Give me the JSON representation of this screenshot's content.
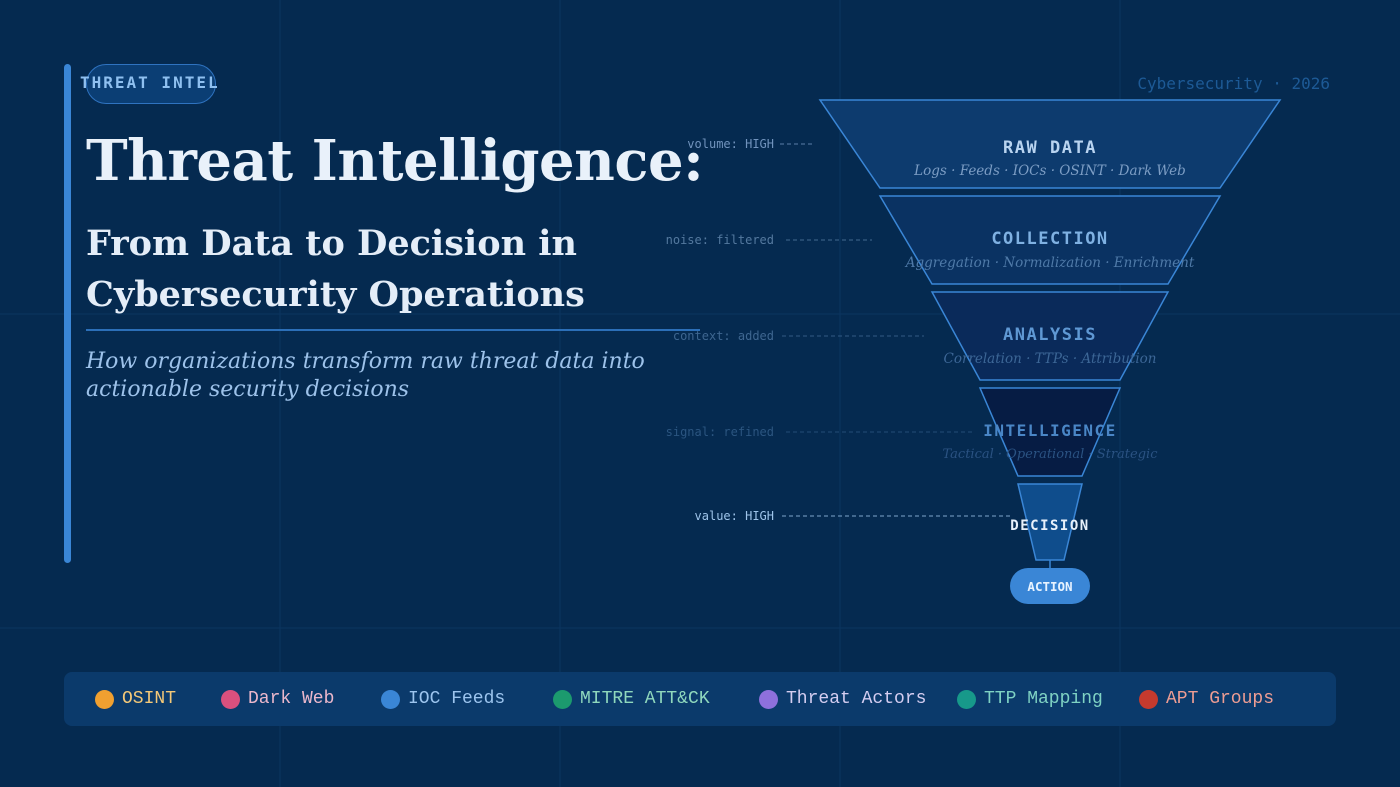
{
  "badge": {
    "label": "THREAT INTEL"
  },
  "header": {
    "title": "Threat Intelligence:",
    "subtitle": "From Data to Decision in Cybersecurity Operations",
    "tagline": "How organizations transform raw threat data into actionable security decisions",
    "corner": "Cybersecurity · 2026"
  },
  "funnel": {
    "tiers": [
      {
        "name": "RAW DATA",
        "desc": "Logs · Feeds · IOCs · OSINT · Dark Web",
        "side": "volume: HIGH",
        "fill": "#0d3b6e",
        "name_color": "#b9d4f0",
        "desc_color": "#7c9dc4",
        "side_color": "#7193bd"
      },
      {
        "name": "COLLECTION",
        "desc": "Aggregation · Normalization · Enrichment",
        "side": "noise: filtered",
        "fill": "#0a3262",
        "name_color": "#7fb1e2",
        "desc_color": "#4f7aa8",
        "side_color": "#54799f"
      },
      {
        "name": "ANALYSIS",
        "desc": "Correlation · TTPs · Attribution",
        "side": "context: added",
        "fill": "#0a2a5a",
        "name_color": "#5f98d4",
        "desc_color": "#3c6696",
        "side_color": "#3e6690"
      },
      {
        "name": "INTELLIGENCE",
        "desc": "Tactical · Operational · Strategic",
        "side": "signal: refined",
        "fill": "#061c44",
        "name_color": "#4a86c6",
        "desc_color": "#2a5282",
        "side_color": "#2b5580"
      },
      {
        "name": "DECISION",
        "desc": "",
        "side": "value: HIGH",
        "fill": "#0f4d8c",
        "name_color": "#e8f1fb",
        "desc_color": "#ffffff",
        "side_color": "#9ec4ea"
      }
    ],
    "action": {
      "label": "ACTION",
      "fill": "#3a86d6",
      "text_color": "#e8f3ff"
    }
  },
  "legend": {
    "items": [
      {
        "label": "OSINT",
        "color": "#f0a030",
        "text_color": "#f3c878"
      },
      {
        "label": "Dark Web",
        "color": "#d9507e",
        "text_color": "#ecb8cc"
      },
      {
        "label": "IOC Feeds",
        "color": "#3a86d6",
        "text_color": "#9cc4ee"
      },
      {
        "label": "MITRE ATT&CK",
        "color": "#1c9a6e",
        "text_color": "#8fd8bd"
      },
      {
        "label": "Threat Actors",
        "color": "#8e70dc",
        "text_color": "#d4cdf1"
      },
      {
        "label": "TTP Mapping",
        "color": "#17998a",
        "text_color": "#7fd2c3"
      },
      {
        "label": "APT Groups",
        "color": "#c53a2e",
        "text_color": "#ee9d93"
      }
    ]
  },
  "colors": {
    "background": "#052a50",
    "accent": "#3a86d6",
    "funnel_stroke": "#3a86d6"
  }
}
